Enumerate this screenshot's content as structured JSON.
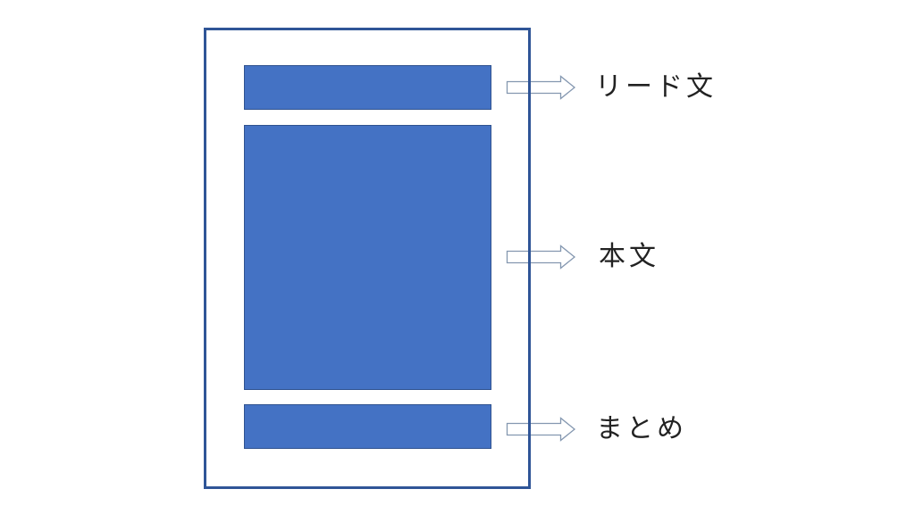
{
  "diagram": {
    "colors": {
      "frame_border": "#2f5597",
      "block_fill": "#4472c4",
      "block_border": "#2f528f",
      "arrow_stroke": "#8497b0",
      "background": "#ffffff"
    },
    "sections": [
      {
        "id": "lead",
        "label": "リード文"
      },
      {
        "id": "body",
        "label": "本文"
      },
      {
        "id": "summary",
        "label": "まとめ"
      }
    ]
  }
}
